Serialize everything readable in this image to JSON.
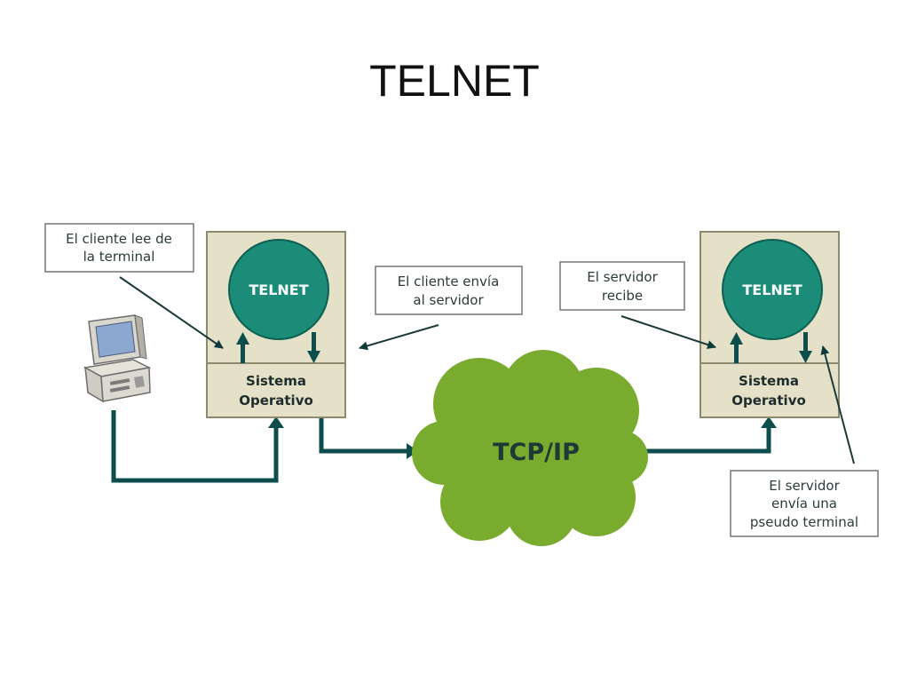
{
  "title": "TELNET",
  "client": {
    "program_label": "TELNET",
    "os_label_line1": "Sistema",
    "os_label_line2": "Operativo"
  },
  "server": {
    "program_label": "TELNET",
    "os_label_line1": "Sistema",
    "os_label_line2": "Operativo"
  },
  "network": {
    "label": "TCP/IP"
  },
  "callouts": {
    "client_reads": [
      "El cliente lee de",
      "la terminal"
    ],
    "client_sends": [
      "El cliente envía",
      "al servidor"
    ],
    "server_receives": [
      "El servidor",
      "recibe"
    ],
    "server_sends": [
      "El servidor",
      "envía una",
      "pseudo terminal"
    ]
  },
  "colors": {
    "box_fill": "#e5e1c9",
    "box_border": "#8e8a70",
    "circle_fill": "#1a8c78",
    "arrow": "#0d4d4b",
    "cloud": "#79ab2e"
  },
  "icons": {
    "terminal": "computer-terminal-icon"
  }
}
